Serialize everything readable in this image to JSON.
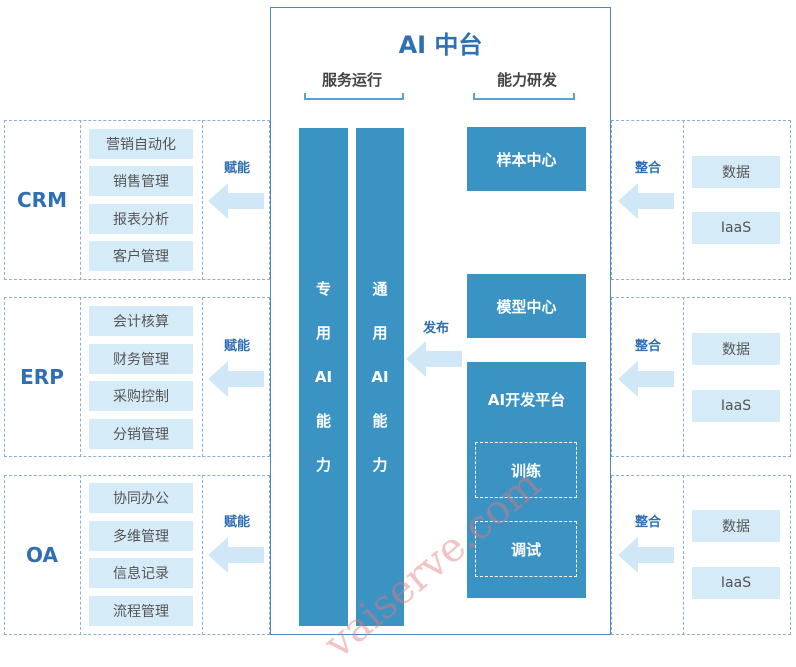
{
  "hub": {
    "title": "AI 中台",
    "service_head": "服务运行",
    "capability_head": "能力研发",
    "dedicated_ai": [
      "专",
      "用",
      "AI",
      "能",
      "力"
    ],
    "general_ai": [
      "通",
      "用",
      "AI",
      "能",
      "力"
    ],
    "sample_center": "样本中心",
    "model_center": "模型中心",
    "dev_platform": "AI开发平台",
    "train": "训练",
    "debug": "调试",
    "publish_label": "发布"
  },
  "systems": [
    {
      "name": "CRM",
      "arrow_label": "赋能",
      "modules": [
        "营销自动化",
        "销售管理",
        "报表分析",
        "客户管理"
      ]
    },
    {
      "name": "ERP",
      "arrow_label": "赋能",
      "modules": [
        "会计核算",
        "财务管理",
        "采购控制",
        "分销管理"
      ]
    },
    {
      "name": "OA",
      "arrow_label": "赋能",
      "modules": [
        "协同办公",
        "多维管理",
        "信息记录",
        "流程管理"
      ]
    }
  ],
  "sources": [
    {
      "arrow_label": "整合",
      "items": [
        "数据",
        "IaaS"
      ]
    },
    {
      "arrow_label": "整合",
      "items": [
        "数据",
        "IaaS"
      ]
    },
    {
      "arrow_label": "整合",
      "items": [
        "数据",
        "IaaS"
      ]
    }
  ],
  "watermark": "vaiserve.com",
  "colors": {
    "accent": "#2f6fb3",
    "block": "#3b93c4",
    "light": "#d6ebf8",
    "arrow": "#cfe7f7"
  }
}
